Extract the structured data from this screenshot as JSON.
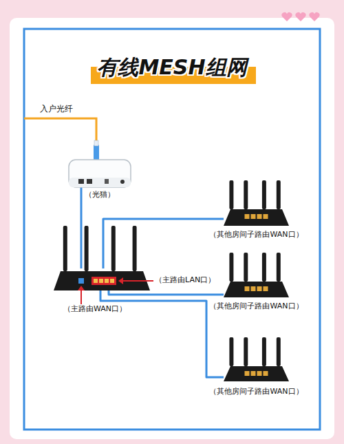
{
  "diagram": {
    "title": "有线MESH组网",
    "nodes": [
      {
        "text": [
          "（光猫）"
        ]
      },
      {
        "text": [
          "（主路由WAN口）",
          "（主路由LAN口）"
        ]
      },
      {
        "text": [
          "（其他房间子路由WAN口）"
        ]
      },
      {
        "text": [
          "（其他房间子路由WAN口）"
        ]
      },
      {
        "text": [
          "（其他房间子路由WAN口）"
        ]
      }
    ],
    "edges": [
      {
        "from": 0,
        "to": 1,
        "arrow": "none"
      },
      {
        "from": 1,
        "to": 2,
        "arrow": "none"
      },
      {
        "from": 1,
        "to": 3,
        "arrow": "none"
      },
      {
        "from": 1,
        "to": 4,
        "arrow": "none"
      }
    ],
    "labels": [
      "入户光纤"
    ]
  }
}
